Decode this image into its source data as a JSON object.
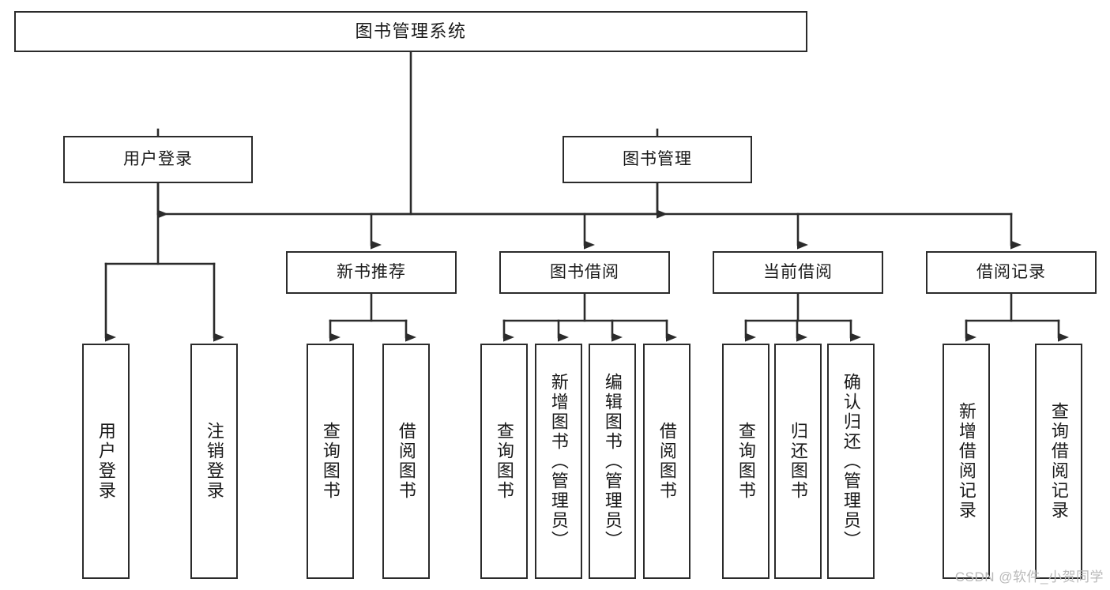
{
  "diagram": {
    "title": "图书管理系统",
    "type": "tree-hierarchy",
    "stroke_color": "#2b2b2b",
    "background_color": "#ffffff",
    "text_color": "#1a1a1a"
  },
  "root": {
    "label": "图书管理系统"
  },
  "level2": [
    {
      "label": "用户登录"
    },
    {
      "label": "图书管理"
    }
  ],
  "level3": [
    {
      "label": "新书推荐"
    },
    {
      "label": "图书借阅"
    },
    {
      "label": "当前借阅"
    },
    {
      "label": "借阅记录"
    }
  ],
  "leaves": {
    "user_login": [
      {
        "label": "用户登录"
      },
      {
        "label": "注销登录"
      }
    ],
    "new_book_recommend": [
      {
        "label": "查询图书"
      },
      {
        "label": "借阅图书"
      }
    ],
    "book_borrow": [
      {
        "label": "查询图书"
      },
      {
        "label": "新增图书（管理员）"
      },
      {
        "label": "编辑图书（管理员）"
      },
      {
        "label": "借阅图书"
      }
    ],
    "current_borrow": [
      {
        "label": "查询图书"
      },
      {
        "label": "归还图书"
      },
      {
        "label": "确认归还（管理员）"
      }
    ],
    "borrow_record": [
      {
        "label": "新增借阅记录"
      },
      {
        "label": "查询借阅记录"
      }
    ]
  },
  "watermark": {
    "text": "CSDN @软件_小贺同学"
  }
}
